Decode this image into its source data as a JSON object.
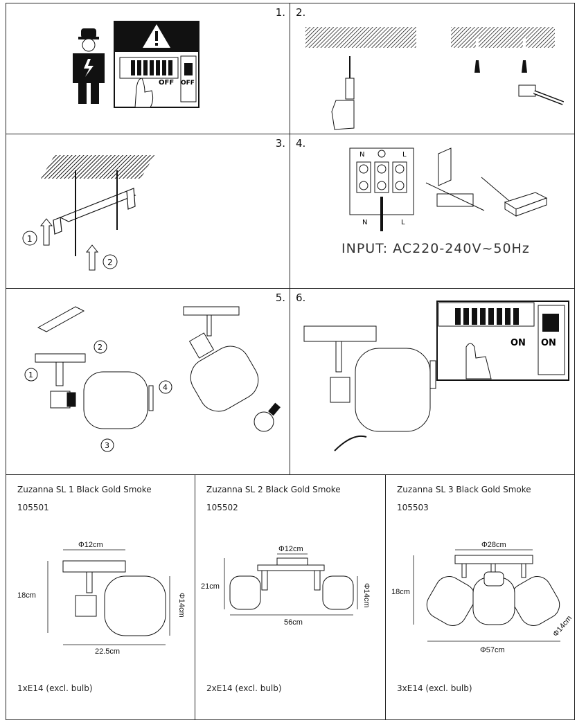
{
  "steps": [
    {
      "number": "1."
    },
    {
      "number": "2."
    },
    {
      "number": "3."
    },
    {
      "number": "4."
    },
    {
      "number": "5."
    },
    {
      "number": "6."
    }
  ],
  "step1": {
    "switch_labels": [
      "OFF",
      "OFF"
    ]
  },
  "step4": {
    "terminal_labels": [
      "N",
      "L",
      "N",
      "L"
    ],
    "input": "INPUT: AC220-240V~50Hz"
  },
  "step6": {
    "switch_labels": [
      "ON",
      "ON"
    ]
  },
  "step3": {
    "markers": [
      "1",
      "2"
    ]
  },
  "step5": {
    "markers": [
      "1",
      "2",
      "3",
      "4"
    ]
  },
  "products": [
    {
      "title": "Zuzanna SL 1 Black Gold Smoke",
      "code": "105501",
      "bulb": "1xE14 (excl. bulb)",
      "dims": {
        "top": "Φ12cm",
        "height": "18cm",
        "shade": "Φ14cm",
        "width": "22.5cm"
      }
    },
    {
      "title": "Zuzanna SL 2 Black Gold Smoke",
      "code": "105502",
      "bulb": "2xE14 (excl. bulb)",
      "dims": {
        "top": "Φ12cm",
        "height": "21cm",
        "shade": "Φ14cm",
        "width": "56cm"
      }
    },
    {
      "title": "Zuzanna SL 3 Black Gold Smoke",
      "code": "105503",
      "bulb": "3xE14 (excl. bulb)",
      "dims": {
        "top": "Φ28cm",
        "height": "18cm",
        "shade": "Φ14cm",
        "width": "Φ57cm"
      }
    }
  ]
}
